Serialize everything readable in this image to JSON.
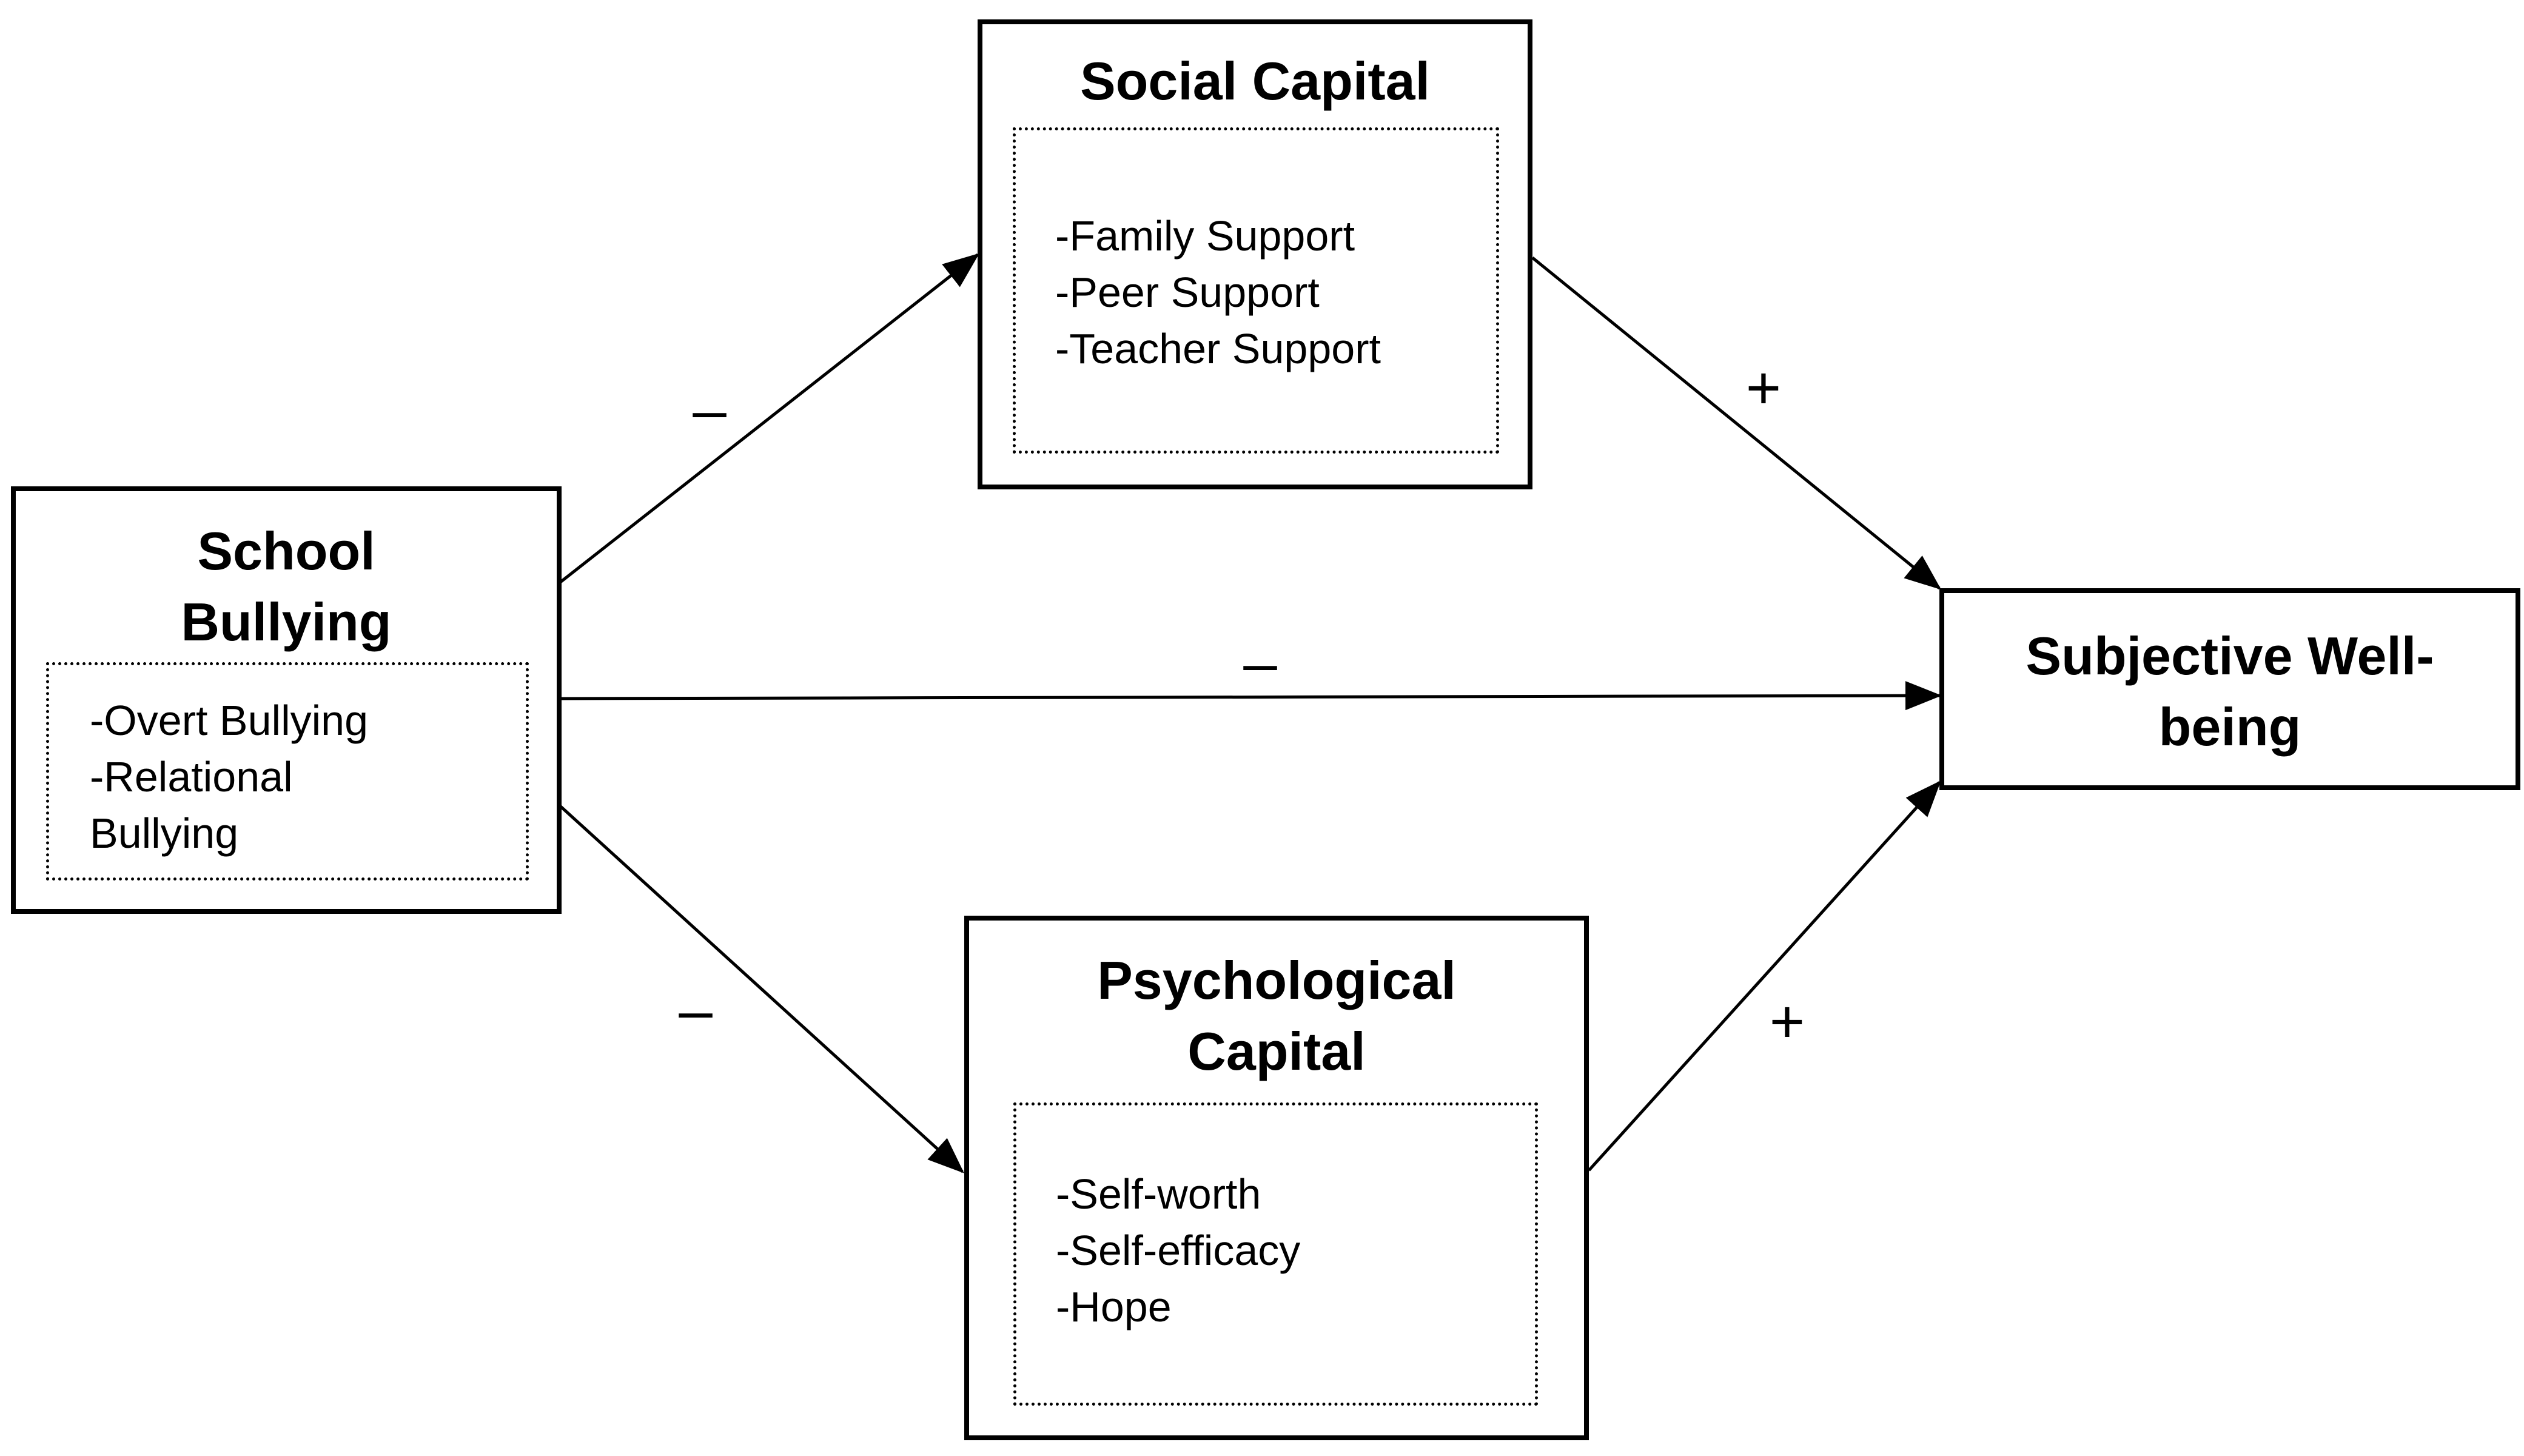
{
  "nodes": {
    "school_bullying": {
      "title": "School\nBullying",
      "items": [
        "-Overt Bullying",
        "-Relational\nBullying"
      ]
    },
    "social_capital": {
      "title": "Social Capital",
      "items": [
        "-Family Support",
        "-Peer Support",
        "-Teacher Support"
      ]
    },
    "psychological_capital": {
      "title": "Psychological\nCapital",
      "items": [
        "-Self-worth",
        "-Self-efficacy",
        "-Hope"
      ]
    },
    "subjective_wellbeing": {
      "title": "Subjective Well-\nbeing"
    }
  },
  "edges": [
    {
      "from": "School Bullying",
      "to": "Social Capital",
      "sign": "–"
    },
    {
      "from": "Social Capital",
      "to": "Subjective Well-being",
      "sign": "+"
    },
    {
      "from": "School Bullying",
      "to": "Subjective Well-being",
      "sign": "–"
    },
    {
      "from": "School Bullying",
      "to": "Psychological Capital",
      "sign": "–"
    },
    {
      "from": "Psychological Capital",
      "to": "Subjective Well-being",
      "sign": "+"
    }
  ]
}
